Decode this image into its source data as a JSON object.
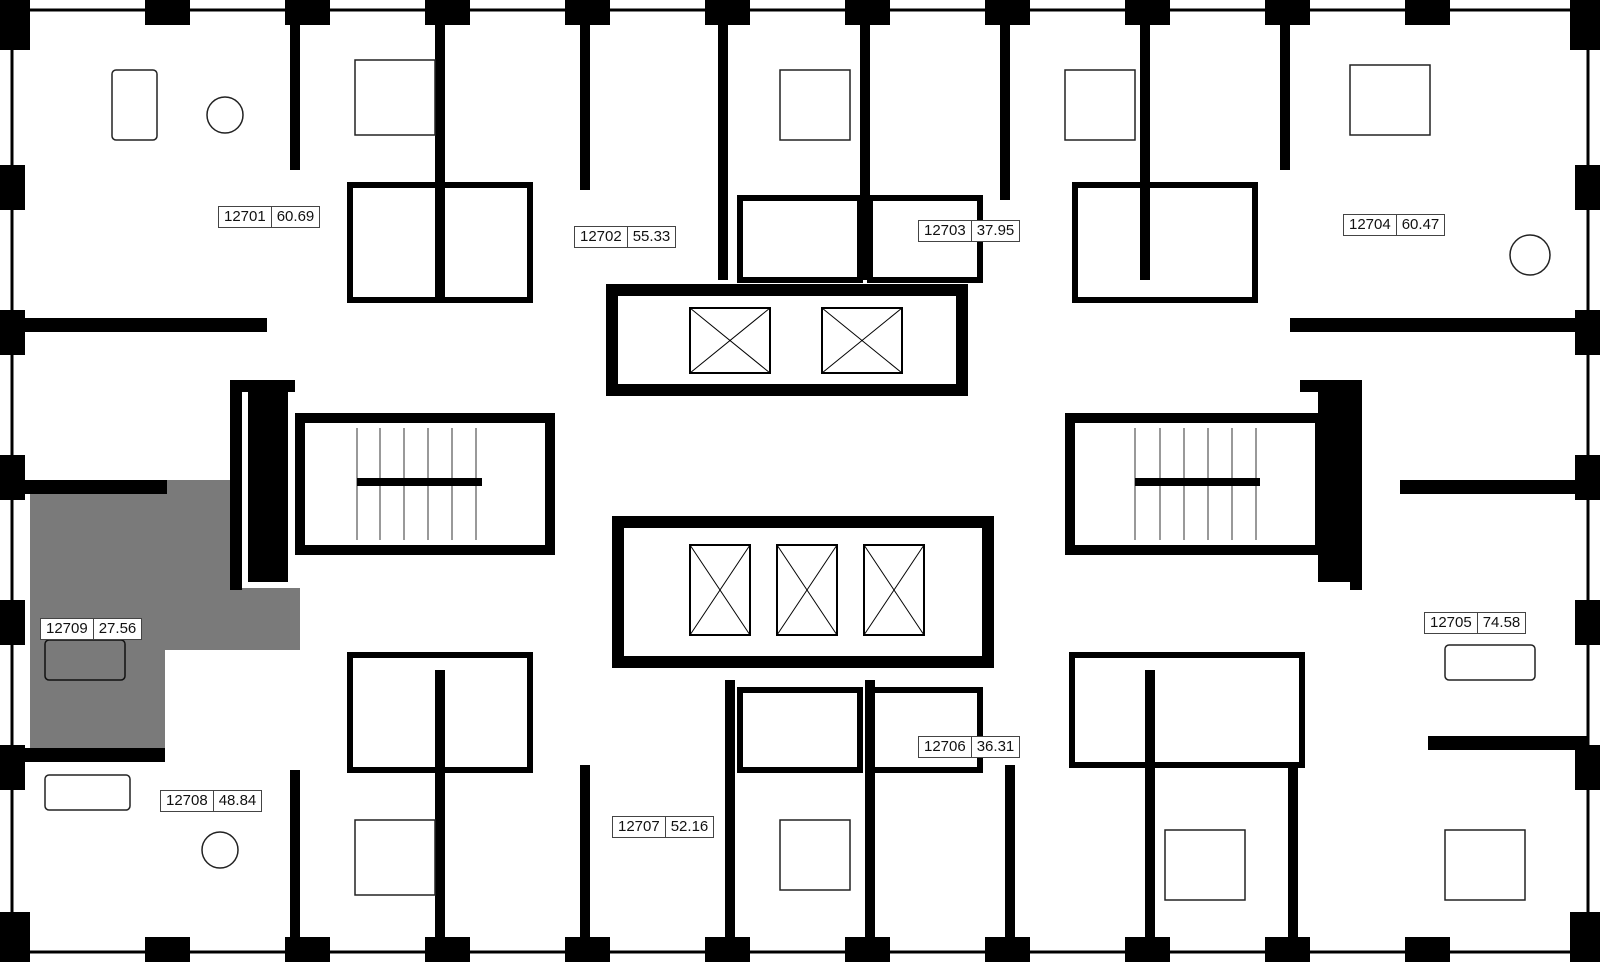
{
  "colors": {
    "wall": "#000000",
    "highlight": "#7a7a7a",
    "line": "#222222",
    "background": "#ffffff"
  },
  "selected_apartment": "12709",
  "apartments": [
    {
      "number": "12701",
      "area": "60.69"
    },
    {
      "number": "12702",
      "area": "55.33"
    },
    {
      "number": "12703",
      "area": "37.95"
    },
    {
      "number": "12704",
      "area": "60.47"
    },
    {
      "number": "12705",
      "area": "74.58"
    },
    {
      "number": "12706",
      "area": "36.31"
    },
    {
      "number": "12707",
      "area": "52.16"
    },
    {
      "number": "12708",
      "area": "48.84"
    },
    {
      "number": "12709",
      "area": "27.56"
    }
  ],
  "icons": {
    "elevator": "elevator-shaft-icon",
    "stair": "staircase-icon",
    "kitchen": "kitchen-counter-icon",
    "bed": "bed-icon",
    "sofa": "sofa-icon"
  }
}
